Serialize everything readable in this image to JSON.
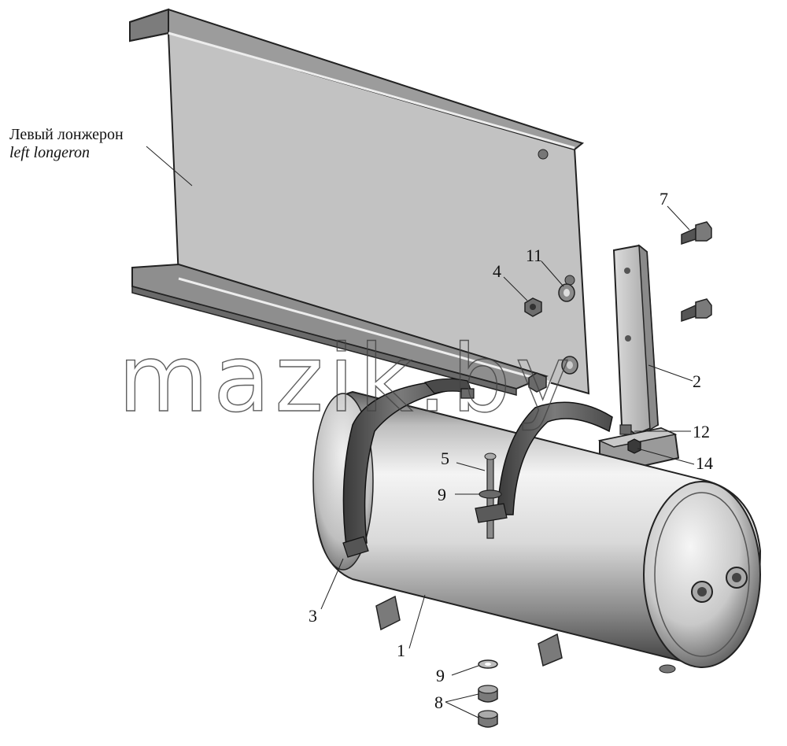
{
  "caption": {
    "ru": "Левый лонжерон",
    "en": "left longeron"
  },
  "watermark": "mazik.by",
  "callouts": {
    "c1": "1",
    "c2": "2",
    "c3": "3",
    "c4": "4",
    "c5": "5",
    "c7": "7",
    "c8": "8",
    "c9a": "9",
    "c9b": "9",
    "c11": "11",
    "c12": "12",
    "c14": "14"
  }
}
